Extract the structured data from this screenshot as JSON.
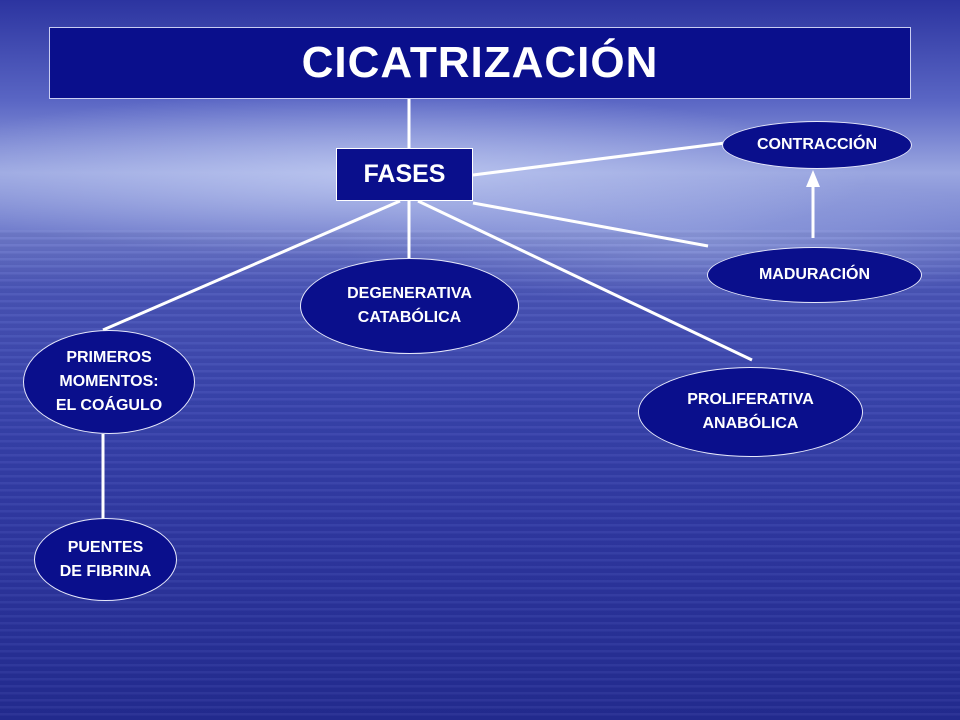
{
  "title": "CICATRIZACIÓN",
  "center": "FASES",
  "nodes": {
    "contraccion": "CONTRACCIÓN",
    "maduracion": "MADURACIÓN",
    "degenerativa": "DEGENERATIVA\nCATABÓLICA",
    "primeros": "PRIMEROS\nMOMENTOS:\nEL COÁGULO",
    "proliferativa": "PROLIFERATIVA\nANABÓLICA",
    "puentes": "PUENTES\nDE FIBRINA"
  },
  "colors": {
    "box_fill": "#0a0f8c",
    "connector": "#ffffff"
  }
}
